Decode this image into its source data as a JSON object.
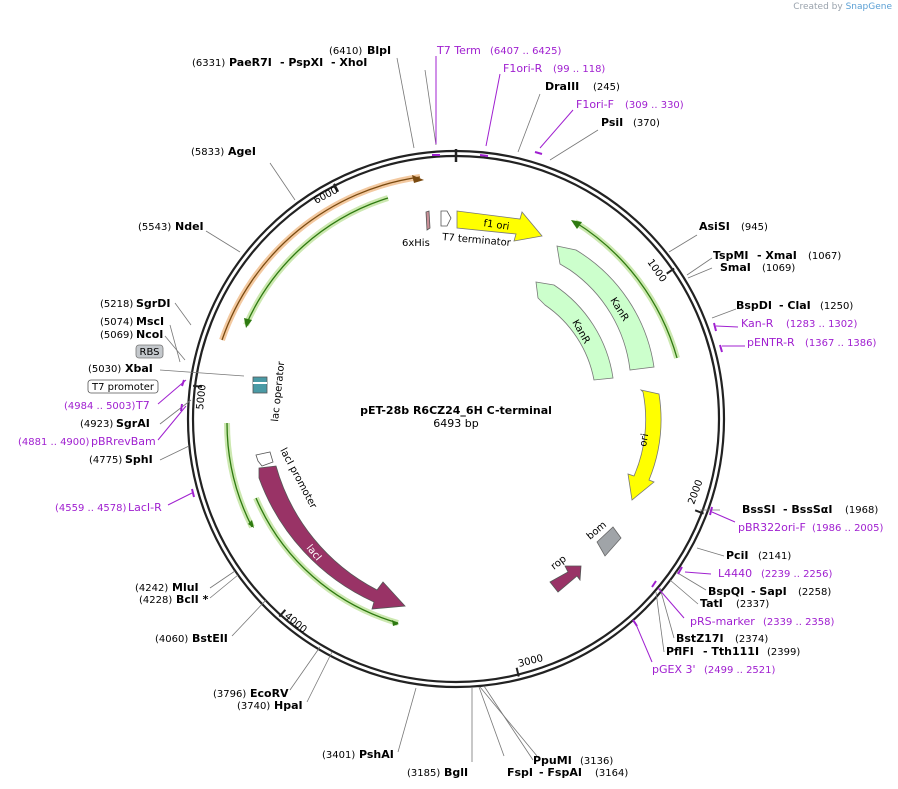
{
  "header": {
    "created_by": "Created by",
    "brand": "SnapGene"
  },
  "plasmid": {
    "name": "pET-28b R6CZ24_6H C-terminal",
    "length_label": "6493 bp",
    "length": 6493
  },
  "ticks": [
    {
      "label": "1000",
      "pos": 1000
    },
    {
      "label": "2000",
      "pos": 2000
    },
    {
      "label": "3000",
      "pos": 3000
    },
    {
      "label": "4000",
      "pos": 4000
    },
    {
      "label": "5000",
      "pos": 5000
    },
    {
      "label": "6000",
      "pos": 6000
    }
  ],
  "enzymes": [
    {
      "name": "BlpI",
      "pos": "(6410)"
    },
    {
      "name": "PaeR7I",
      "pos": "(6331)"
    },
    {
      "name": "- PspXI",
      "pos": ""
    },
    {
      "name": "- XhoI",
      "pos": ""
    },
    {
      "name": "DraIII",
      "pos": "(245)"
    },
    {
      "name": "PsiI",
      "pos": "(370)"
    },
    {
      "name": "AgeI",
      "pos": "(5833)"
    },
    {
      "name": "AsiSI",
      "pos": "(945)"
    },
    {
      "name": "NdeI",
      "pos": "(5543)"
    },
    {
      "name": "TspMI",
      "pos": "(1067)"
    },
    {
      "name": "- XmaI",
      "pos": ""
    },
    {
      "name": "SmaI",
      "pos": "(1069)"
    },
    {
      "name": "SgrDI",
      "pos": "(5218)"
    },
    {
      "name": "BspDI",
      "pos": "(1250)"
    },
    {
      "name": "- ClaI",
      "pos": ""
    },
    {
      "name": "MscI",
      "pos": "(5074)"
    },
    {
      "name": "NcoI",
      "pos": "(5069)"
    },
    {
      "name": "XbaI",
      "pos": "(5030)"
    },
    {
      "name": "SgrAI",
      "pos": "(4923)"
    },
    {
      "name": "SphI",
      "pos": "(4775)"
    },
    {
      "name": "BssSI",
      "pos": "(1968)"
    },
    {
      "name": "- BssSαI",
      "pos": ""
    },
    {
      "name": "PciI",
      "pos": "(2141)"
    },
    {
      "name": "BspQI",
      "pos": "(2258)"
    },
    {
      "name": "- SapI",
      "pos": ""
    },
    {
      "name": "TatI",
      "pos": "(2337)"
    },
    {
      "name": "BstZ17I",
      "pos": "(2374)"
    },
    {
      "name": "PflFI",
      "pos": "(2399)"
    },
    {
      "name": "- Tth111I",
      "pos": ""
    },
    {
      "name": "MluI",
      "pos": "(4242)"
    },
    {
      "name": "BclI *",
      "pos": "(4228)"
    },
    {
      "name": "BstEII",
      "pos": "(4060)"
    },
    {
      "name": "EcoRV",
      "pos": "(3796)"
    },
    {
      "name": "HpaI",
      "pos": "(3740)"
    },
    {
      "name": "PshAI",
      "pos": "(3401)"
    },
    {
      "name": "PpuMI",
      "pos": "(3136)"
    },
    {
      "name": "BglI",
      "pos": "(3185)"
    },
    {
      "name": "FspI",
      "pos": ""
    },
    {
      "name": "- FspAI",
      "pos": "(3164)"
    }
  ],
  "primers": [
    {
      "name": "T7 Term",
      "range": "(6407 .. 6425)"
    },
    {
      "name": "F1ori-R",
      "range": "(99 .. 118)"
    },
    {
      "name": "F1ori-F",
      "range": "(309 .. 330)"
    },
    {
      "name": "Kan-R",
      "range": "(1283 .. 1302)"
    },
    {
      "name": "pENTR-R",
      "range": "(1367 .. 1386)"
    },
    {
      "name": "T7",
      "range": "(4984 .. 5003)"
    },
    {
      "name": "pBRrevBam",
      "range": "(4881 .. 4900)"
    },
    {
      "name": "LacI-R",
      "range": "(4559 .. 4578)"
    },
    {
      "name": "pBR322ori-F",
      "range": "(1986 .. 2005)"
    },
    {
      "name": "L4440",
      "range": "(2239 .. 2256)"
    },
    {
      "name": "pRS-marker",
      "range": "(2339 .. 2358)"
    },
    {
      "name": "pGEX 3'",
      "range": "(2499 .. 2521)"
    }
  ],
  "boxed_labels": [
    {
      "name": "RBS"
    },
    {
      "name": "T7 promoter"
    }
  ],
  "features": [
    {
      "name": "f1 ori",
      "color": "#ffff00"
    },
    {
      "name": "T7 terminator",
      "color": "#ffffff"
    },
    {
      "name": "6xHis",
      "color": "#c98f97"
    },
    {
      "name": "KanR",
      "color": "#ccffcc"
    },
    {
      "name": "KanR",
      "color": "#ccffcc"
    },
    {
      "name": "ori",
      "color": "#ffff00"
    },
    {
      "name": "bom",
      "color": "#a0a4a8"
    },
    {
      "name": "rop",
      "color": "#993366"
    },
    {
      "name": "lacI",
      "color": "#993366"
    },
    {
      "name": "lacI promoter",
      "color": "#ffffff"
    },
    {
      "name": "lac operator",
      "color": "#4a9aa5"
    }
  ]
}
